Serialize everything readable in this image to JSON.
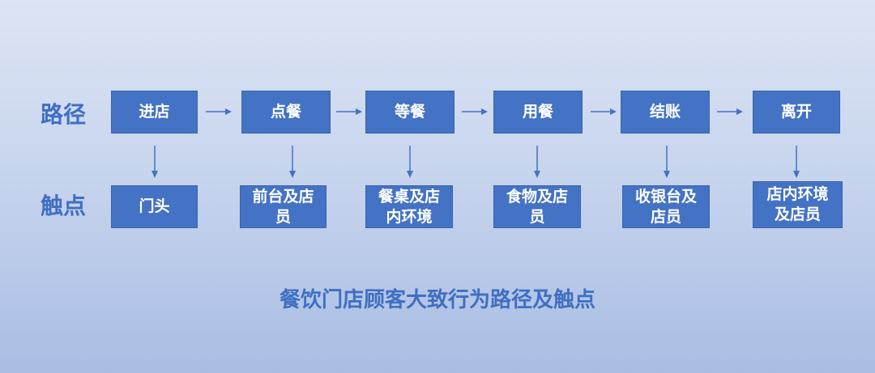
{
  "labels": {
    "path": "路径",
    "touch": "触点"
  },
  "path_steps": [
    "进店",
    "点餐",
    "等餐",
    "用餐",
    "结账",
    "离开"
  ],
  "touchpoints": [
    [
      "门头"
    ],
    [
      "前台及店",
      "员"
    ],
    [
      "餐桌及店",
      "内环境"
    ],
    [
      "食物及店",
      "员"
    ],
    [
      "收银台及",
      "店员"
    ],
    [
      "店内环境",
      "及店员"
    ]
  ],
  "caption": "餐饮门店顾客大致行为路径及触点",
  "colors": {
    "box": "#4472c4",
    "text_accent": "#3f6fc2",
    "arrow": "#4472c4"
  }
}
